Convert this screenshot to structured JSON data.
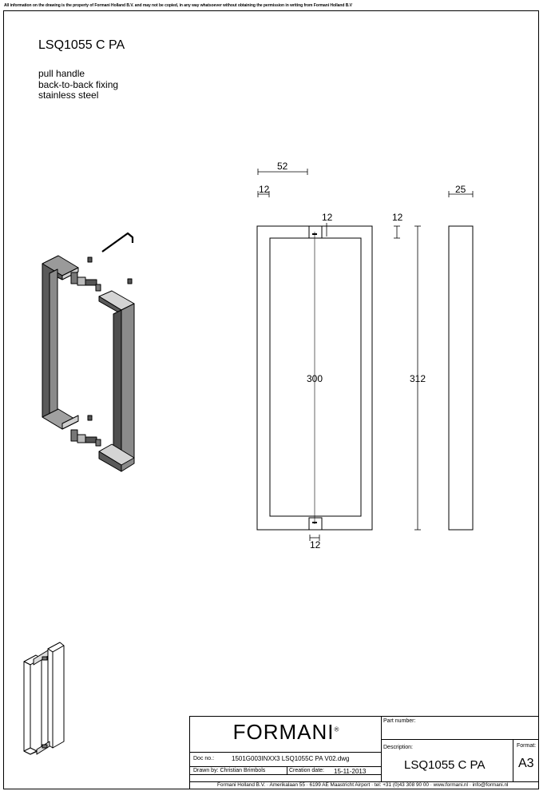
{
  "disclaimer": "All information on the drawing is the property of Formani Holland B.V. and may not be copied, in any way whatsoever without obtaining the permission in writing from Formani Holland B.V",
  "product": {
    "code": "LSQ1055 C PA",
    "lines": [
      "pull handle",
      "back-to-back fixing",
      "stainless steel"
    ]
  },
  "dimensions": {
    "width_total": "52",
    "bar_width_left": "12",
    "fixing_width": "12",
    "bar_thickness_top": "12",
    "side_width": "25",
    "center_distance": "300",
    "overall_length": "312",
    "fixing_width_bottom": "12"
  },
  "title_block": {
    "brand": "FORMANI",
    "registered": "®",
    "part_number_label": "Part number:",
    "description_label": "Description:",
    "description_value": "LSQ1055 C PA",
    "format_label": "Format:",
    "format_value": "A3",
    "doc_no_label": "Doc no.:",
    "doc_no_value": "1501G003INXX3 LSQ1055C PA V02.dwg",
    "drawn_by": "Drawn by: Christian Brimbols",
    "creation_date_label": "Creation date:",
    "creation_date_value": "15-11-2013",
    "footer": "Formani Holland B.V. ·  Amerikalaan 55  · 6199 AE Maastricht Airport · tel: +31 (0)43 308 90 00 · www.formani.nl · info@formani.nl"
  },
  "colors": {
    "line": "#000000",
    "shade_dark": "#555555",
    "shade_mid": "#9a9a9a",
    "shade_light": "#d4d4d4"
  }
}
